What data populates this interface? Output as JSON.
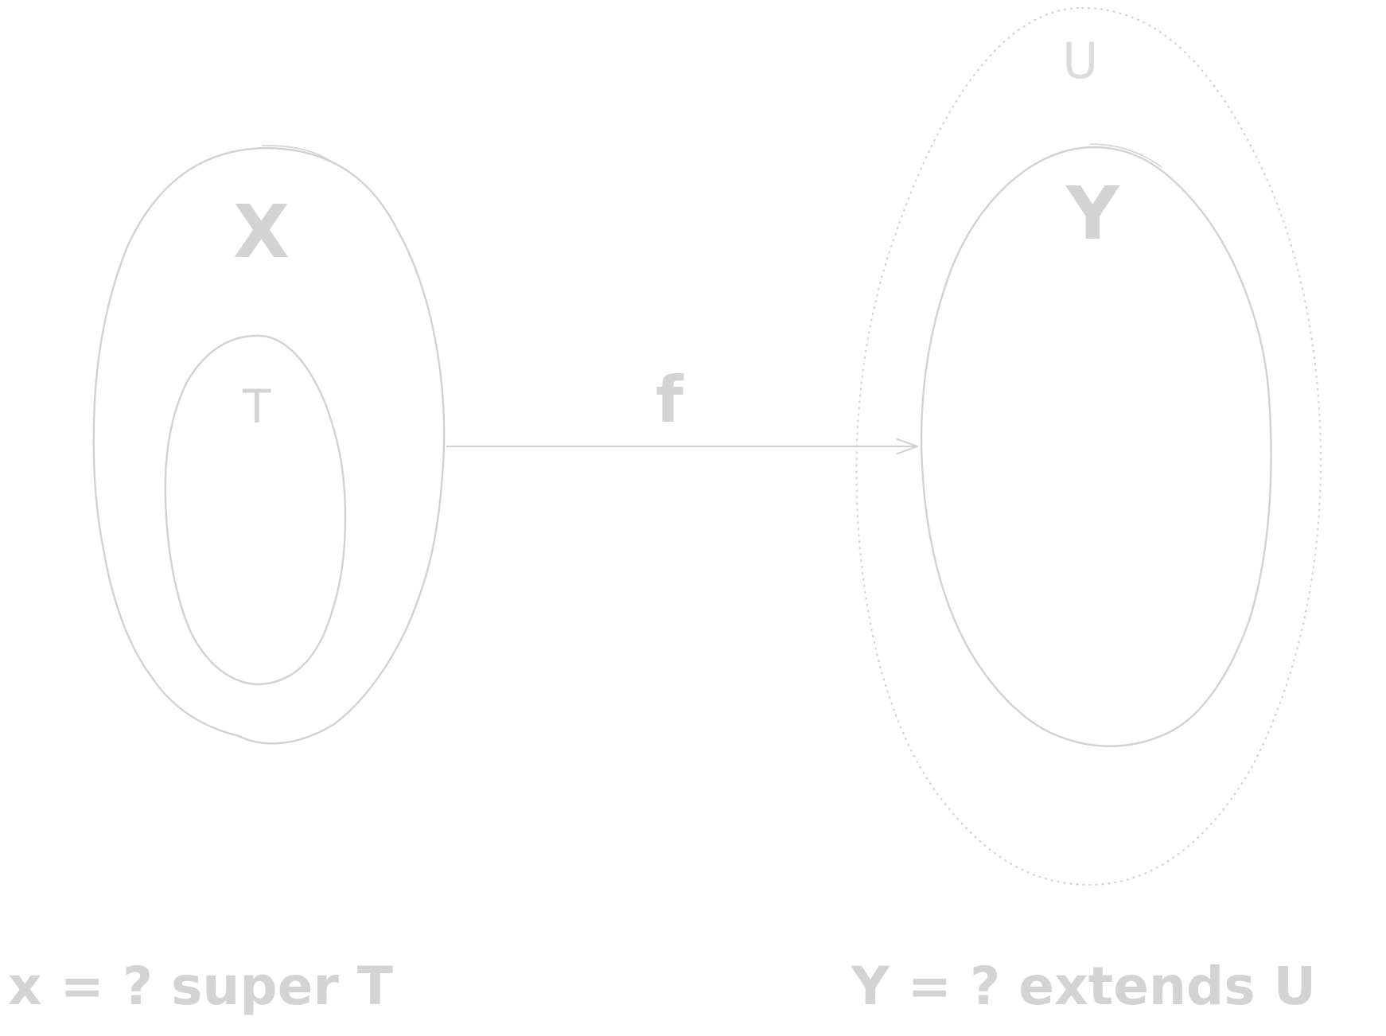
{
  "diagram": {
    "left_set": {
      "outer_label": "X",
      "inner_label": "T"
    },
    "right_set": {
      "outer_label": "U",
      "inner_label": "Y"
    },
    "arrow": {
      "label": "f"
    },
    "captions": {
      "left": "x = ? super T",
      "right": "Y = ? extends U"
    },
    "colors": {
      "stroke": "#d2d2d2",
      "dotted": "#cfcfcf",
      "text": "#d3d3d3"
    }
  }
}
